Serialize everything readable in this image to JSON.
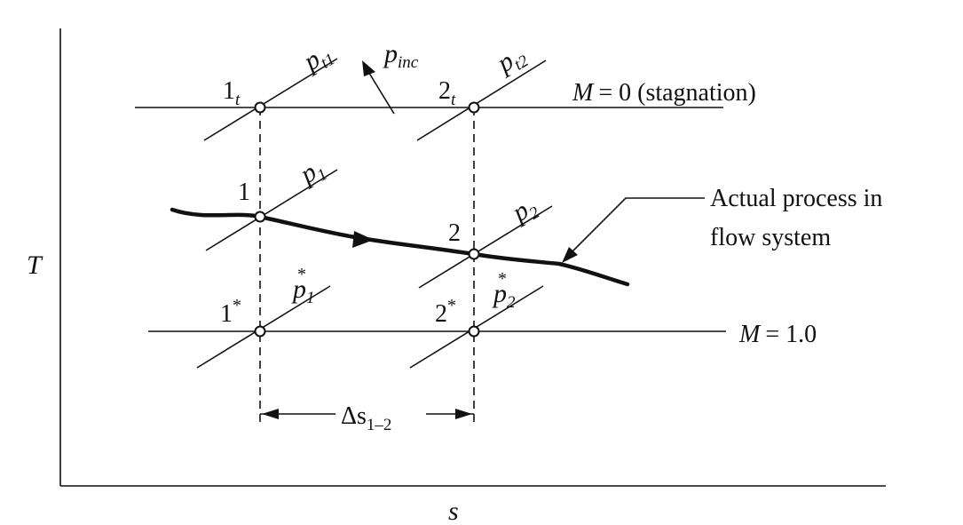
{
  "axes": {
    "y_label": "T",
    "x_label": "s"
  },
  "lines": {
    "stagnation": {
      "lhs": "M",
      "rhs": "= 0 (stagnation)"
    },
    "sonic": {
      "lhs": "M",
      "rhs": "= 1.0"
    }
  },
  "points": {
    "p1t": {
      "base": "1",
      "sub": "t"
    },
    "p2t": {
      "base": "2",
      "sub": "t"
    },
    "p1": {
      "base": "1"
    },
    "p2": {
      "base": "2"
    },
    "p1s": {
      "base": "1",
      "sup": "*"
    },
    "p2s": {
      "base": "2",
      "sup": "*"
    }
  },
  "isobars": {
    "pt1": {
      "base": "p",
      "sub": "t1"
    },
    "pt2": {
      "base": "p",
      "sub": "t2"
    },
    "p1": {
      "base": "p",
      "sub": "1"
    },
    "p2": {
      "base": "p",
      "sub": "2"
    },
    "p1s": {
      "base": "p",
      "sub": "1",
      "sup": "*"
    },
    "p2s": {
      "base": "p",
      "sub": "2",
      "sup": "*"
    },
    "pinc": {
      "base": "p",
      "sub": "inc"
    }
  },
  "annotations": {
    "process": {
      "line1": "Actual process in",
      "line2": "flow system"
    },
    "delta_s": {
      "base": "Δs",
      "sub": "1–2"
    }
  }
}
